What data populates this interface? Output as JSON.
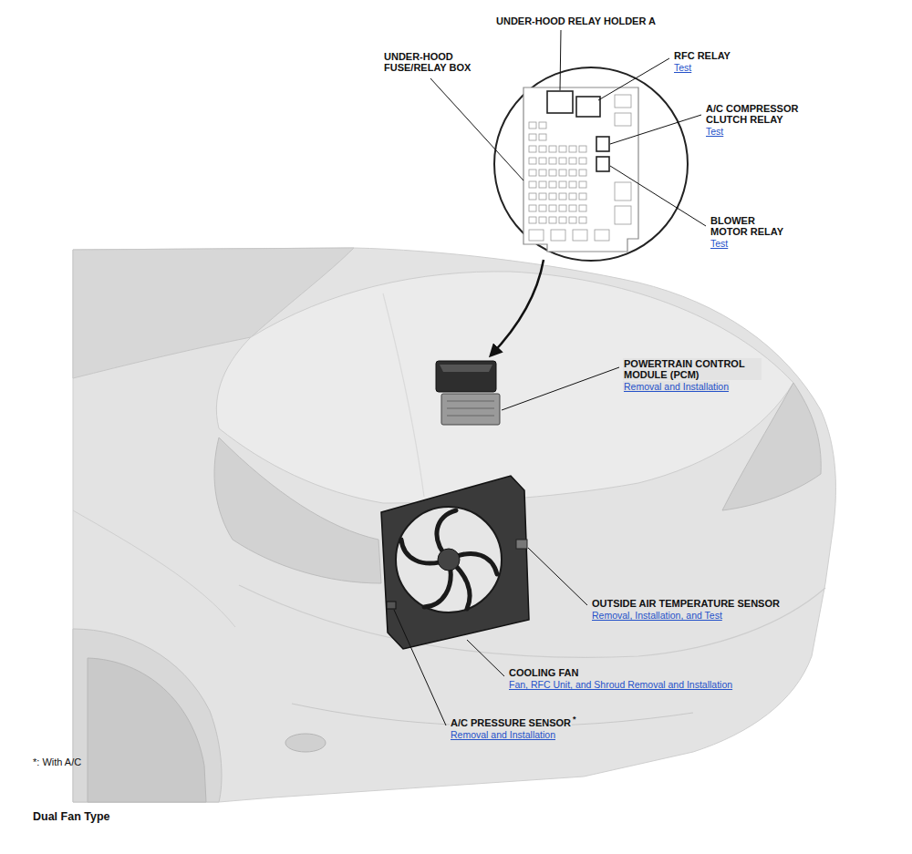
{
  "diagram": {
    "labels": [
      "UNDER-HOOD RELAY HOLDER A",
      "UNDER-HOOD FUSE/RELAY BOX",
      "RFC RELAY",
      "Test",
      "A/C COMPRESSOR CLUTCH RELAY",
      "Test",
      "BLOWER MOTOR RELAY",
      "Test",
      "POWERTRAIN CONTROL MODULE (PCM)",
      "Removal and Installation",
      "OUTSIDE AIR TEMPERATURE SENSOR",
      "Removal, Installation, and Test",
      "COOLING FAN",
      "Fan, RFC Unit, and Shroud Removal and Installation",
      "A/C PRESSURE SENSOR",
      "*",
      "Removal and Installation",
      "*: With A/C",
      "Dual Fan Type"
    ]
  }
}
